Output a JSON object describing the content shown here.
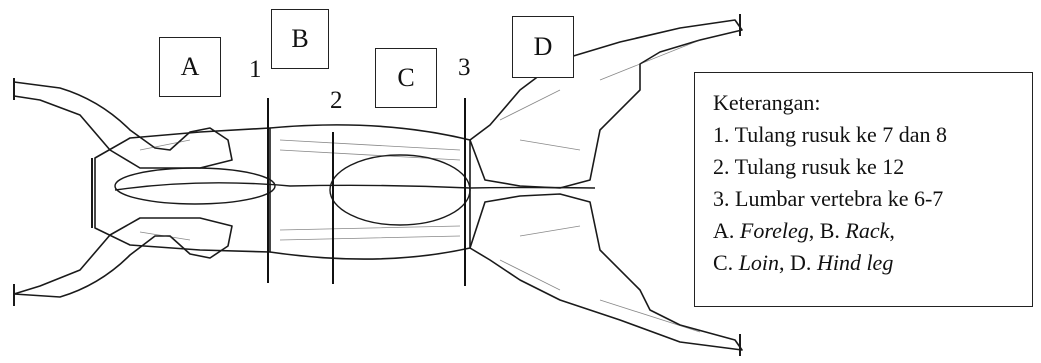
{
  "diagram": {
    "section_labels": {
      "a": "A",
      "b": "B",
      "c": "C",
      "d": "D"
    },
    "cut_numbers": {
      "one": "1",
      "two": "2",
      "three": "3"
    }
  },
  "legend": {
    "title": "Keterangan:",
    "item1": "1. Tulang rusuk ke 7 dan 8",
    "item2": "2. Tulang rusuk ke 12",
    "item3": "3. Lumbar vertebra ke 6-7",
    "line_a": "A. ",
    "foreleg": "Foreleg",
    "sep_b": ", B. ",
    "rack": "Rack",
    "comma_end": ",",
    "line_c": "C. ",
    "loin": "Loin",
    "sep_d": ", D. ",
    "hind_leg": "Hind leg"
  }
}
